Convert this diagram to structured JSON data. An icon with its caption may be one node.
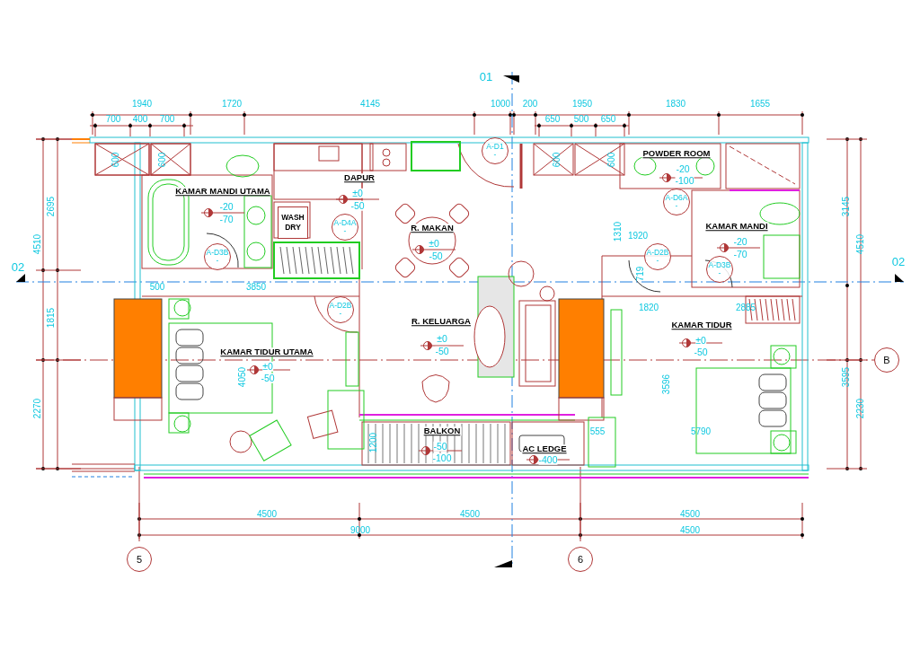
{
  "diagram": {
    "nodes": [
      {
        "text": [
          "A-D1",
          "-"
        ]
      },
      {
        "text": [
          "A-D4A",
          "-"
        ]
      },
      {
        "text": [
          "A-D3B",
          "-"
        ]
      },
      {
        "text": [
          "WASH DRY"
        ]
      },
      {
        "text": [
          "A-D2B",
          "-"
        ]
      },
      {
        "text": [
          "A-D6A",
          "-"
        ]
      },
      {
        "text": [
          "A-D2B",
          "-"
        ]
      },
      {
        "text": [
          "A-D3B",
          "-"
        ]
      },
      {
        "text": [
          "5"
        ]
      },
      {
        "text": [
          "6"
        ]
      },
      {
        "text": [
          "B"
        ]
      }
    ],
    "labels": [
      "01",
      "1940",
      "1720",
      "4145",
      "1000",
      "200",
      "1950",
      "1830",
      "1655",
      "700",
      "400",
      "700",
      "650",
      "500",
      "650",
      "600",
      "600",
      "600",
      "600",
      "POWDER ROOM",
      "DAPUR",
      "-20",
      "-100",
      "KAMAR MANDI UTAMA",
      "±0",
      "-20",
      "-50",
      "-70",
      "2695",
      "3145",
      "KAMAR MANDI",
      "-20",
      "-70",
      "R. MAKAN",
      "±0",
      "-50",
      "1310",
      "1920",
      "4510",
      "4510",
      "02",
      "02",
      "719",
      "500",
      "3850",
      "1820",
      "2885",
      "1815",
      "R. KELUARGA",
      "KAMAR TIDUR",
      "±0",
      "±0",
      "KAMAR TIDUR UTAMA",
      "-50",
      "-50",
      "±0",
      "-50",
      "4050",
      "3596",
      "3595",
      "2270",
      "2230",
      "BALKON",
      "-50",
      "-100",
      "555",
      "5790",
      "1200",
      "AC LEDGE",
      "-400",
      "4500",
      "4500",
      "4500",
      "9000",
      "4500"
    ]
  }
}
